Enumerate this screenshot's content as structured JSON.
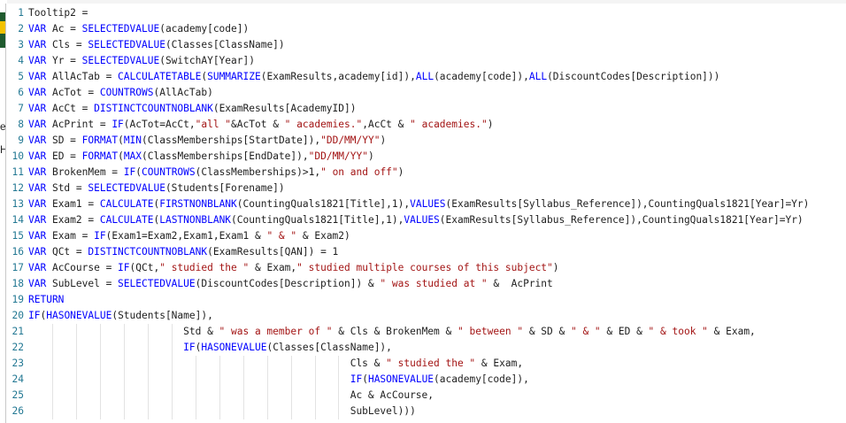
{
  "background": {
    "fragments": [
      "e",
      "H"
    ]
  },
  "editor": {
    "lines": [
      {
        "n": "1",
        "text": "Tooltip2 ="
      },
      {
        "n": "2",
        "text": "VAR Ac = SELECTEDVALUE(academy[code])"
      },
      {
        "n": "3",
        "text": "VAR Cls = SELECTEDVALUE(Classes[ClassName])"
      },
      {
        "n": "4",
        "text": "VAR Yr = SELECTEDVALUE(SwitchAY[Year])"
      },
      {
        "n": "5",
        "text": "VAR AllAcTab = CALCULATETABLE(SUMMARIZE(ExamResults,academy[id]),ALL(academy[code]),ALL(DiscountCodes[Description]))"
      },
      {
        "n": "6",
        "text": "VAR AcTot = COUNTROWS(AllAcTab)"
      },
      {
        "n": "7",
        "text": "VAR AcCt = DISTINCTCOUNTNOBLANK(ExamResults[AcademyID])"
      },
      {
        "n": "8",
        "text": "VAR AcPrint = IF(AcTot=AcCt,\"all \"&AcTot & \" academies.\",AcCt & \" academies.\")"
      },
      {
        "n": "9",
        "text": "VAR SD = FORMAT(MIN(ClassMemberships[StartDate]),\"DD/MM/YY\")"
      },
      {
        "n": "10",
        "text": "VAR ED = FORMAT(MAX(ClassMemberships[EndDate]),\"DD/MM/YY\")"
      },
      {
        "n": "11",
        "text": "VAR BrokenMem = IF(COUNTROWS(ClassMemberships)>1,\" on and off\")"
      },
      {
        "n": "12",
        "text": "VAR Std = SELECTEDVALUE(Students[Forename])"
      },
      {
        "n": "13",
        "text": "VAR Exam1 = CALCULATE(FIRSTNONBLANK(CountingQuals1821[Title],1),VALUES(ExamResults[Syllabus_Reference]),CountingQuals1821[Year]=Yr)"
      },
      {
        "n": "14",
        "text": "VAR Exam2 = CALCULATE(LASTNONBLANK(CountingQuals1821[Title],1),VALUES(ExamResults[Syllabus_Reference]),CountingQuals1821[Year]=Yr)"
      },
      {
        "n": "15",
        "text": "VAR Exam = IF(Exam1=Exam2,Exam1,Exam1 & \" & \" & Exam2)"
      },
      {
        "n": "16",
        "text": "VAR QCt = DISTINCTCOUNTNOBLANK(ExamResults[QAN]) = 1"
      },
      {
        "n": "17",
        "text": "VAR AcCourse = IF(QCt,\" studied the \" & Exam,\" studied multiple courses of this subject\")"
      },
      {
        "n": "18",
        "text": "VAR SubLevel = SELECTEDVALUE(DiscountCodes[Description]) & \" was studied at \" &  AcPrint"
      },
      {
        "n": "19",
        "text": "RETURN"
      },
      {
        "n": "20",
        "text": "IF(HASONEVALUE(Students[Name]),"
      },
      {
        "n": "21",
        "text": "                          Std & \" was a member of \" & Cls & BrokenMem & \" between \" & SD & \" & \" & ED & \" & took \" & Exam,"
      },
      {
        "n": "22",
        "text": "                          IF(HASONEVALUE(Classes[ClassName]),"
      },
      {
        "n": "23",
        "text": "                                                      Cls & \" studied the \" & Exam,"
      },
      {
        "n": "24",
        "text": "                                                      IF(HASONEVALUE(academy[code]),"
      },
      {
        "n": "25",
        "text": "                                                      Ac & AcCourse,"
      },
      {
        "n": "26",
        "text": "                                                      SubLevel)))"
      }
    ]
  },
  "colors": {
    "keyword": "#0000ff",
    "string": "#a31515",
    "line_number": "#237893",
    "text": "#1e1e1e"
  }
}
